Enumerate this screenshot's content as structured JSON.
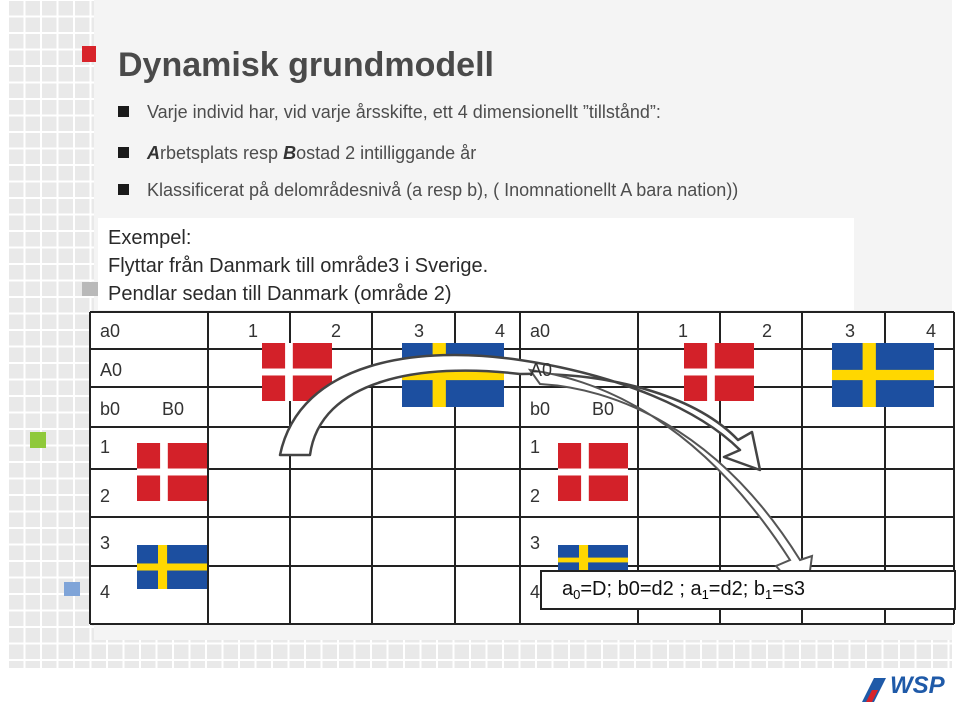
{
  "slide": {
    "title": "Dynamisk grundmodell",
    "bullets": [
      {
        "text": "Varje individ har, vid varje årsskifte, ett 4 dimensionellt ”tillstånd”:"
      },
      {
        "pre1": "A",
        "mid1": "rbetsplats resp ",
        "pre2": "B",
        "mid2": "ostad  2 intilliggande år"
      },
      {
        "text": "Klassificerat på delområdesnivå (a resp b), ( Inomnationellt A bara nation))"
      }
    ],
    "example": {
      "line1": "Exempel:",
      "line2": "Flyttar från Danmark till område3 i Sverige.",
      "line3": "Pendlar sedan till Danmark (område 2)"
    },
    "grid_left": {
      "header": [
        "a0",
        "1",
        "2",
        "3",
        "4"
      ],
      "row_labels": [
        "A0",
        "b0",
        "B0",
        "1",
        "2",
        "3",
        "4"
      ]
    },
    "grid_right": {
      "header": [
        "a0",
        "1",
        "2",
        "3",
        "4"
      ],
      "row_labels": [
        "A0",
        "b0",
        "B0",
        "1",
        "2",
        "3",
        "4"
      ]
    },
    "formula": {
      "a": "a",
      "sub0": "0",
      "p1": "=D; b0=d2 ; a",
      "sub1": "1",
      "p2": "=d2; b",
      "sub2": "1",
      "p3": "=s3"
    },
    "logo": "WSP",
    "colors": {
      "dk_red": "#d32129",
      "se_blue": "#1c4fa0",
      "se_yellow": "#ffd700",
      "wsp_blue": "#1f5aa8",
      "wsp_red": "#d8232a"
    }
  }
}
